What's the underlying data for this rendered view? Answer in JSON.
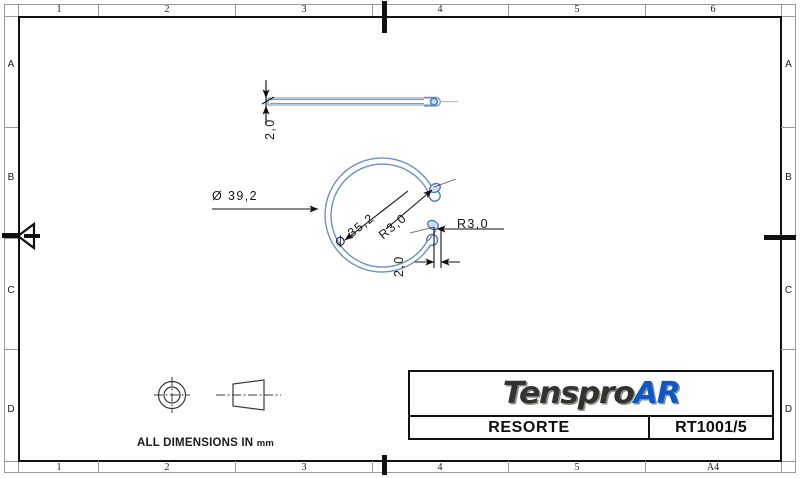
{
  "sheet": {
    "format": "A4",
    "note": "ALL DIMENSIONS IN",
    "note_unit": "mm"
  },
  "zones": {
    "top": [
      "1",
      "2",
      "3",
      "4",
      "5",
      "6"
    ],
    "bottom": [
      "1",
      "2",
      "3",
      "4",
      "5",
      "A4"
    ],
    "left": [
      "A",
      "B",
      "C",
      "D"
    ],
    "right": [
      "A",
      "B",
      "C",
      "D"
    ]
  },
  "title_block": {
    "logo_part1": "Tenspro",
    "logo_part2": "AR",
    "part_name": "RESORTE",
    "drawing_number": "RT1001/5"
  },
  "dimensions": {
    "wire_thickness_top": "2,0",
    "outer_diameter": "Ø 39,2",
    "inner_diameter": "Ø 35,2",
    "hook_radius_upper": "R3,0",
    "hook_radius_lower": "R3,0",
    "gap_width": "2,0"
  },
  "colors": {
    "part_outline": "#6b8fc4",
    "frame": "#111111",
    "logo_blue": "#0d59c4",
    "logo_dark": "#33322f",
    "zone_rule": "#9a9a9a"
  },
  "drawing": {
    "projection_symbol": "first-angle-projection",
    "top_view_label": "flat-wire-side-view",
    "main_view_label": "retaining-ring-front-view"
  }
}
